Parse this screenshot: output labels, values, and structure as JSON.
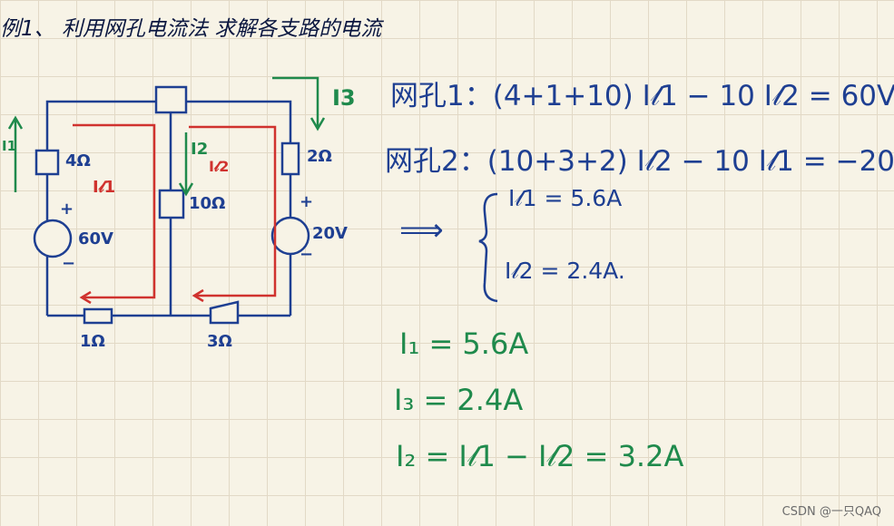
{
  "title": "例1、 利用网孔电流法 求解各支路的电流",
  "circuit": {
    "left_resistor": "4Ω",
    "middle_resistor": "10Ω",
    "right_resistor": "2Ω",
    "bottom_left_resistor": "1Ω",
    "bottom_right_resistor": "3Ω",
    "left_source": "60V",
    "right_source": "20V",
    "plus_sign": "+",
    "minus_sign": "−",
    "current_i1": "I1",
    "current_i2": "I2",
    "current_i3": "I3",
    "mesh_current_1": "I𝓁1",
    "mesh_current_2": "I𝓁2"
  },
  "equations": {
    "mesh1": "网孔1：(4+1+10) I𝓁1 − 10 I𝓁2 = 60V",
    "mesh2": "网孔2：(10+3+2) I𝓁2 − 10 I𝓁1 = −20",
    "implies": "⟹",
    "solution1": "I𝓁1 = 5.6A",
    "solution2": "I𝓁2 = 2.4A."
  },
  "results": {
    "i1": "I₁ = 5.6A",
    "i3": "I₃ = 2.4A",
    "i2": "I₂ = I𝓁1 − I𝓁2 = 3.2A"
  },
  "watermark": "CSDN @一只QAQ",
  "colors": {
    "circuit_ink": "#1e3f92",
    "green_ink": "#1f8a4c",
    "red_ink": "#d0322e"
  }
}
